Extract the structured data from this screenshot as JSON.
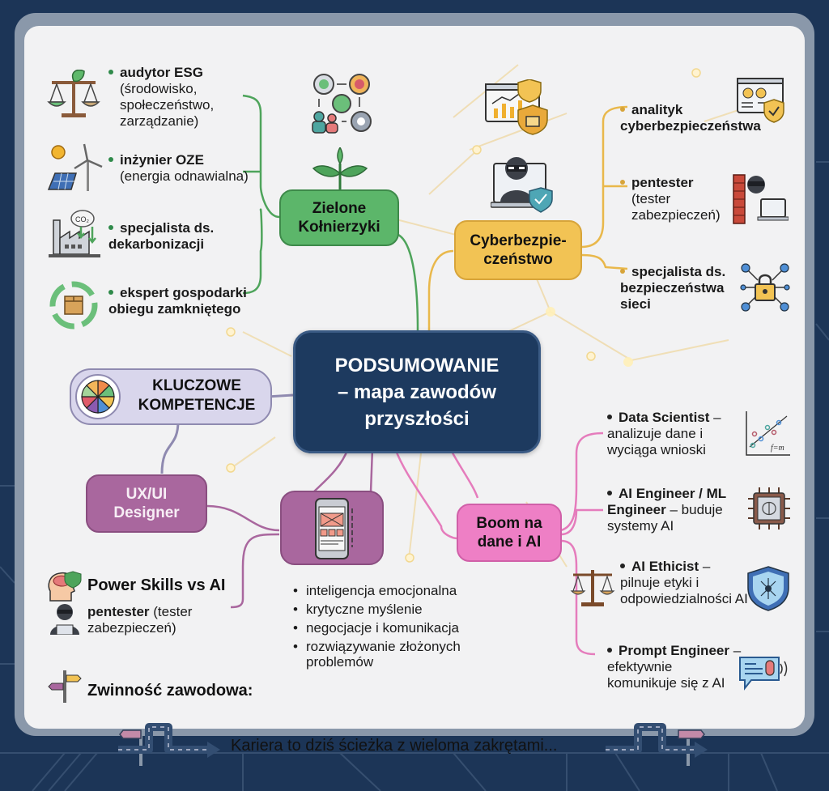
{
  "colors": {
    "background": "#1c3557",
    "card": "#f2f2f3",
    "green": "#5cb66a",
    "yellow": "#f2c354",
    "navy": "#1d3a5f",
    "lavender": "#d9d6ec",
    "purple": "#a9679e",
    "pink": "#ee7fc5"
  },
  "center": {
    "line1": "PODSUMOWANIE",
    "line2": "– mapa zawodów",
    "line3": "przyszłości"
  },
  "green_branch": {
    "title_line1": "Zielone",
    "title_line2": "Kołnierzyki",
    "icon": "sprout-icon",
    "top_icon": "gears-people-cycle-icon",
    "items": [
      {
        "name": "audytor ESG",
        "desc": "(środowisko, społeczeństwo, zarządzanie)",
        "icon": "scales-leaf-icon"
      },
      {
        "name": "inżynier OZE",
        "desc": "(energia odnawialna)",
        "icon": "solar-wind-icon"
      },
      {
        "name": "specjalista ds. dekarbonizacji",
        "desc": "",
        "icon": "factory-co2-icon"
      },
      {
        "name": "ekspert gospodarki obiegu zamkniętego",
        "desc": "",
        "icon": "recycle-box-icon"
      }
    ]
  },
  "cyber_branch": {
    "title_line1": "Cyberbezpie-",
    "title_line2": "czeństwo",
    "icon": "hacker-laptop-icon",
    "top_icon": "dashboard-shield-icon",
    "items": [
      {
        "name": "analityk cyberbezpieczeństwa",
        "desc": "",
        "icon": "analytics-shield-icon"
      },
      {
        "name": "pentester",
        "desc": "(tester zabezpieczeń)",
        "icon": "hacker-wall-icon"
      },
      {
        "name": "specjalista ds. bezpieczeństwa sieci",
        "desc": "",
        "icon": "network-lock-icon"
      }
    ]
  },
  "competencies": {
    "title_line1": "KLUCZOWE",
    "title_line2": "KOMPETENCJE",
    "icon": "color-wheel-icon"
  },
  "ux_branch": {
    "title_line1": "UX/UI",
    "title_line2": "Designer",
    "icon": "mobile-wireframe-icon"
  },
  "power_skills": {
    "title": "Power Skills vs AI",
    "pentester_name": "pentester",
    "pentester_desc": "(tester zabezpieczeń)",
    "items": [
      "inteligencja emocjonalna",
      "krytyczne myślenie",
      "negocjacje i komunikacja",
      "rozwiązywanie złożonych problemów"
    ]
  },
  "agility": {
    "title": "Zwinność zawodowa:",
    "icon": "signpost-icon"
  },
  "ai_branch": {
    "title_line1": "Boom na",
    "title_line2": "dane i AI",
    "items": [
      {
        "name": "Data Scientist",
        "desc": "– analizuje dane i wyciąga wnioski",
        "icon": "scatter-plot-icon"
      },
      {
        "name": "AI Engineer / ML Engineer",
        "desc": "– buduje systemy AI",
        "icon": "brain-chip-icon"
      },
      {
        "name": "AI Ethicist",
        "desc": "– pilnuje etyki i odpowiedzialności AI",
        "icon": "network-shield-icon"
      },
      {
        "name": "Prompt Engineer",
        "desc": "– efektywnie komunikuje się z AI",
        "icon": "chat-mic-icon"
      }
    ]
  },
  "footer": {
    "text": "Kariera to dziś ścieżka z wieloma zakrętami..."
  }
}
